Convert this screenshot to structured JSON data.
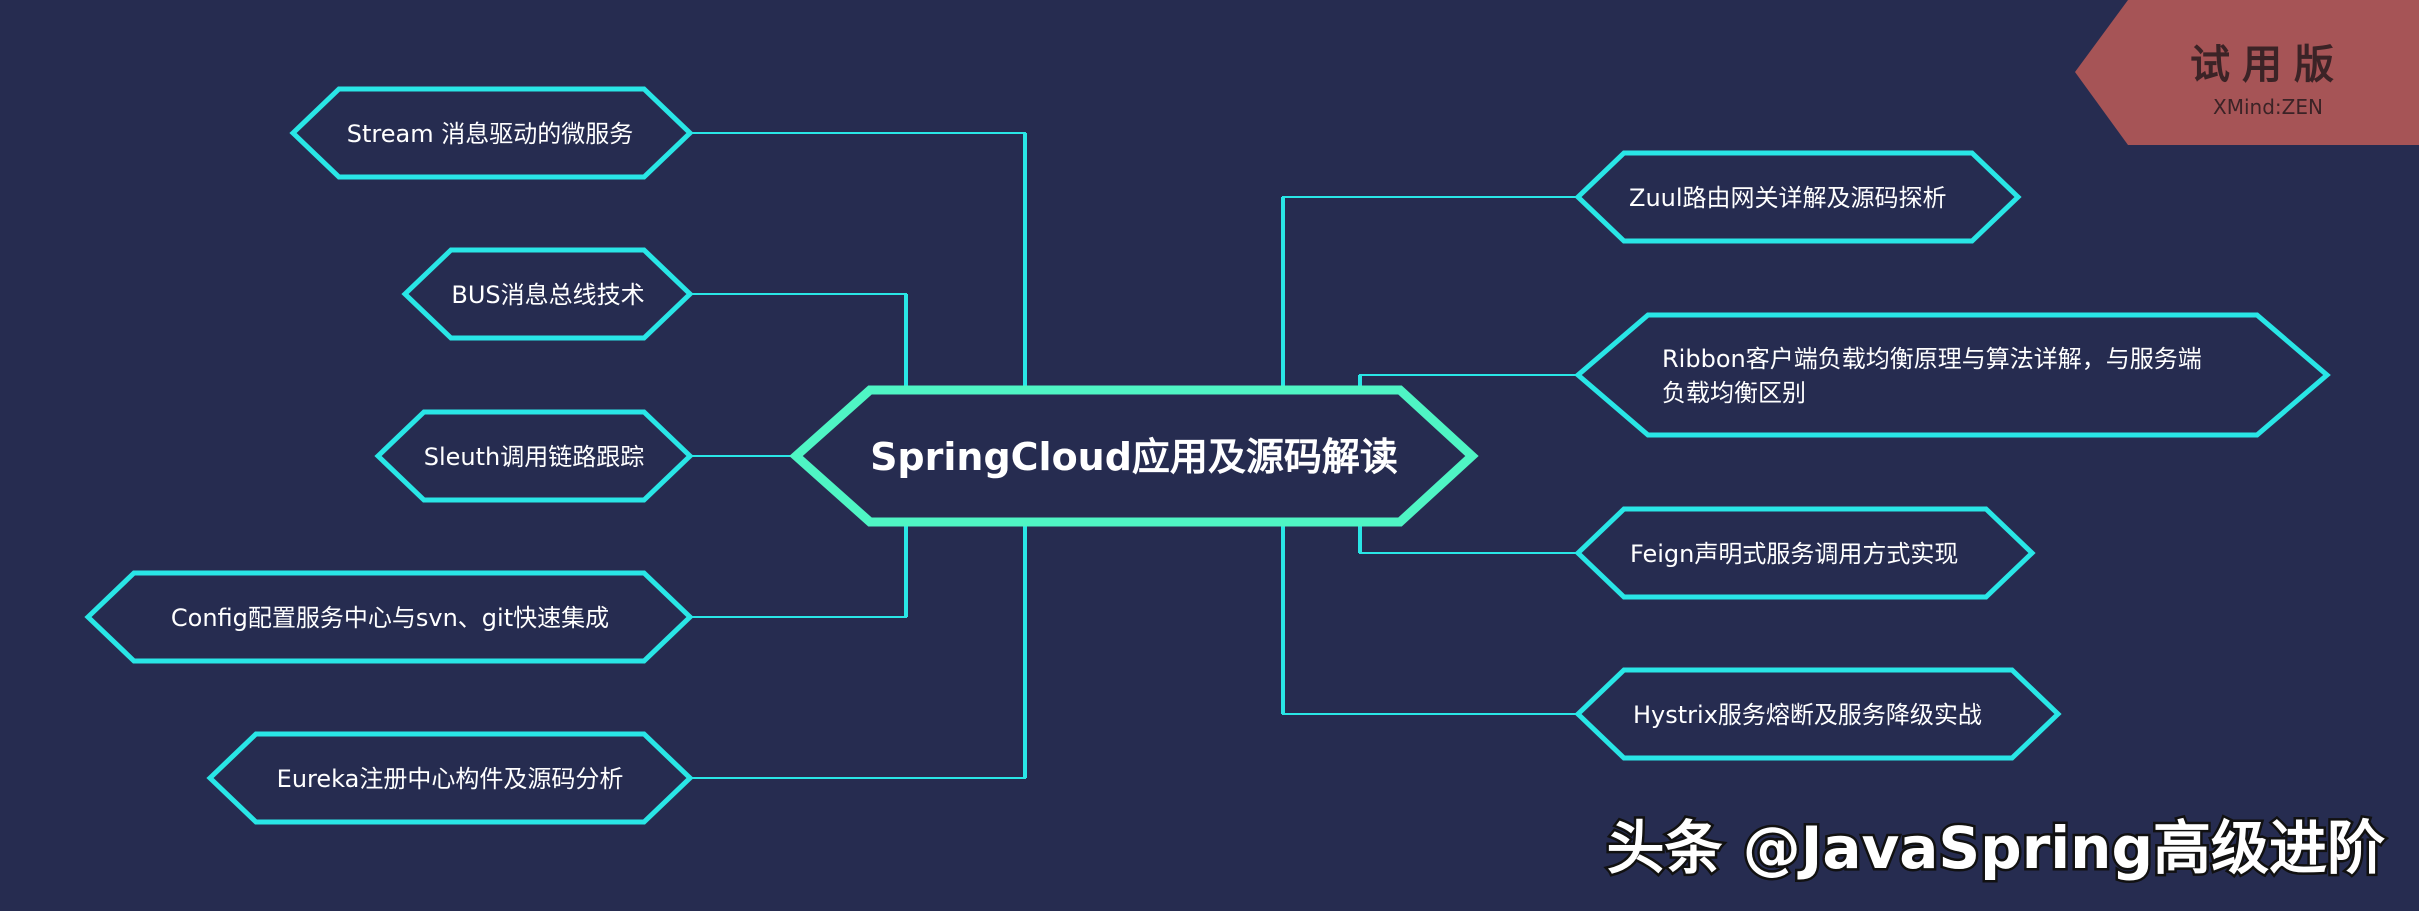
{
  "central": {
    "label": "SpringCloud应用及源码解读"
  },
  "left_branches": [
    {
      "id": "stream",
      "label": "Stream 消息驱动的微服务"
    },
    {
      "id": "bus",
      "label": "BUS消息总线技术"
    },
    {
      "id": "sleuth",
      "label": "Sleuth调用链路跟踪"
    },
    {
      "id": "config",
      "label": "Config配置服务中心与svn、git快速集成"
    },
    {
      "id": "eureka",
      "label": "Eureka注册中心构件及源码分析"
    }
  ],
  "right_branches": [
    {
      "id": "zuul",
      "lines": [
        "Zuul路由网关详解及源码探析"
      ]
    },
    {
      "id": "ribbon",
      "lines": [
        "Ribbon客户端负载均衡原理与算法详解，与服务端",
        "负载均衡区别"
      ]
    },
    {
      "id": "feign",
      "lines": [
        "Feign声明式服务调用方式实现"
      ]
    },
    {
      "id": "hystrix",
      "lines": [
        "Hystrix服务熔断及服务降级实战"
      ]
    }
  ],
  "trial_badge": {
    "title": "试用版",
    "subtitle": "XMind:ZEN"
  },
  "watermark": {
    "text": "头条 @JavaSpring高级进阶"
  },
  "colors": {
    "background": "#262c50",
    "branch_border": "#29e6e6",
    "central_border": "#4ff5c4",
    "badge": "#a65456",
    "text": "#ffffff"
  }
}
